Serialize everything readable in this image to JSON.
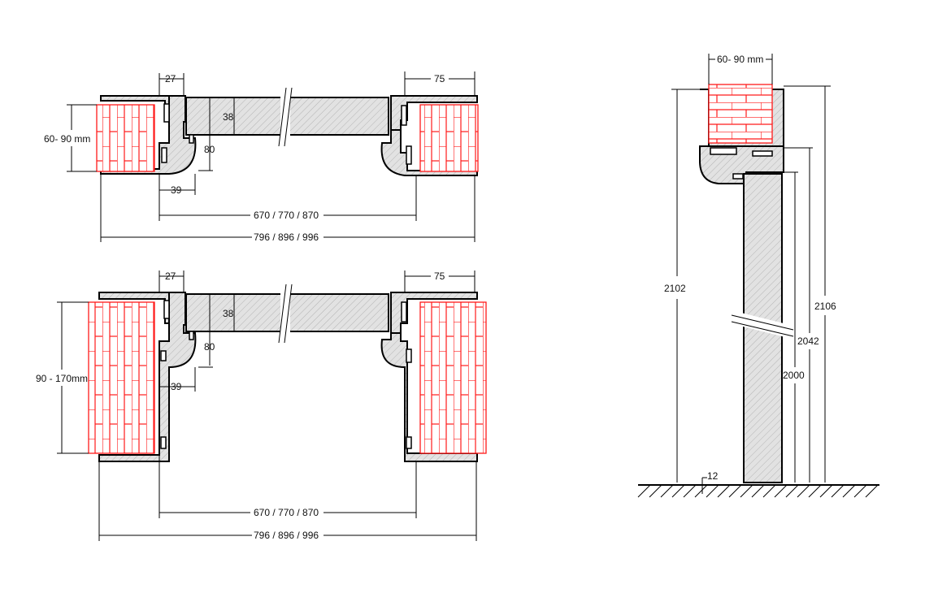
{
  "top_view": {
    "wall_thickness": "60- 90 mm",
    "frame_rebate": "27",
    "frame_depth": "75",
    "leaf_thickness": "38",
    "frame_height": "80",
    "frame_offset": "39",
    "clear_width": "670 / 770 / 870",
    "overall_width": "796 / 896 / 996"
  },
  "bottom_view": {
    "wall_thickness": "90 - 170mm",
    "frame_rebate": "27",
    "frame_depth": "75",
    "leaf_thickness": "38",
    "frame_height": "80",
    "frame_offset": "39",
    "clear_width": "670 / 770 / 870",
    "overall_width": "796 / 896 / 996"
  },
  "side_view": {
    "wall_thickness": "60- 90 mm",
    "overall_height": "2102",
    "frame_outer_height": "2106",
    "rebate_height": "2042",
    "clear_height": "2000",
    "floor_gap": "12"
  }
}
